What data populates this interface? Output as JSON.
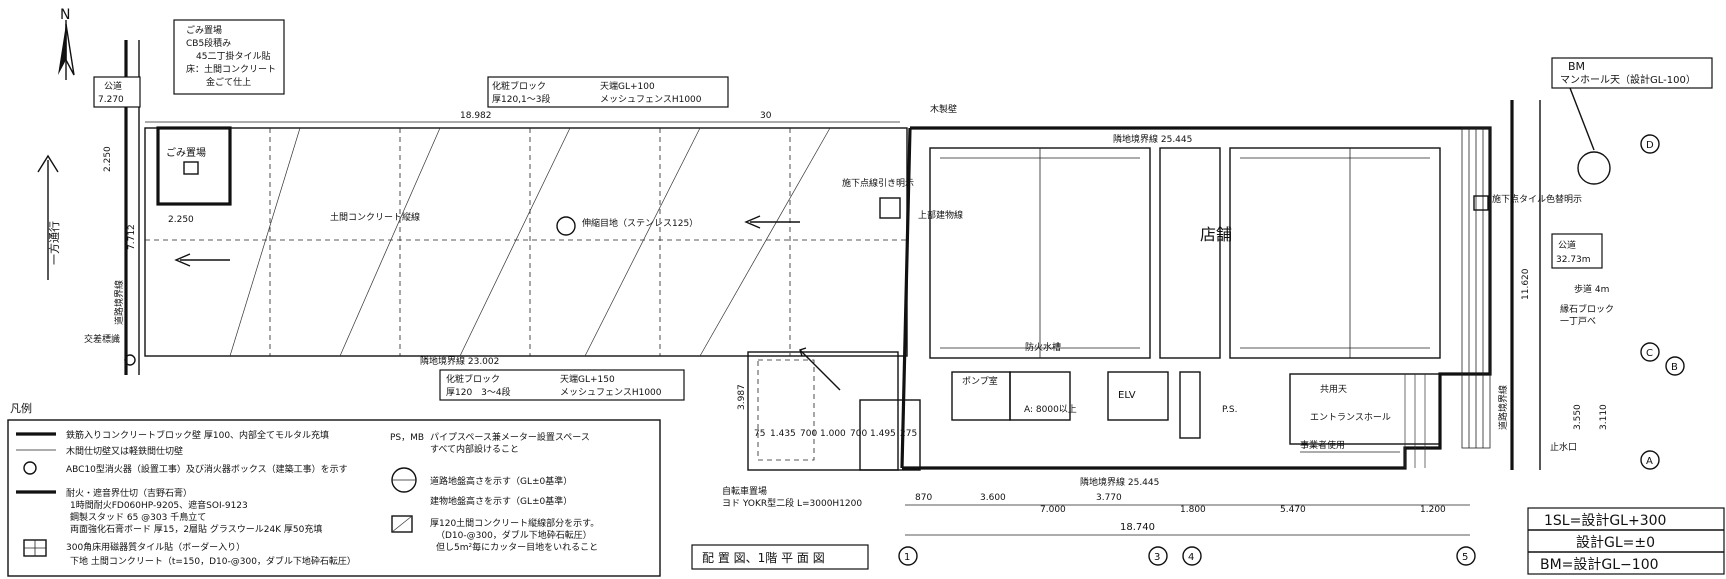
{
  "north_label": "N",
  "gomi_note": [
    "ごみ置場",
    "CB5段積み",
    "45二丁掛タイル貼",
    "床：土間コンクリート",
    "金ごて仕上"
  ],
  "kodo_left": [
    "公道",
    "7.270"
  ],
  "kodo_right": [
    "公道",
    "32.73m"
  ],
  "bm_note": [
    "BM",
    "マンホール天（設計GL-100）"
  ],
  "fence_top": [
    "化粧ブロック",
    "天端GL+100",
    "厚120,1～3段",
    "メッシュフェンスH1000"
  ],
  "fence_bottom": [
    "化粧ブロック",
    "天端GL+150",
    "厚120　3～4段",
    "メッシュフェンスH1000"
  ],
  "one_way": "一方通行",
  "road_left": "道路境界線",
  "road_right": "道路境界線",
  "boundary_top": "隣地境界線 25.445",
  "boundary_bottom": "隣地境界線 25.445",
  "boundary_mid": "隣地境界線 23.002",
  "dim_top_long": "18.982",
  "dim_top_short": "30",
  "dim_gomi": "2.250",
  "dim_left_v1": "2.250",
  "dim_left_v2": "7.712",
  "dim_right_v1": "11.620",
  "dim_right_v2": "3.110",
  "dim_right_v3": "3.550",
  "dim_mid_v": "3.987",
  "labels": {
    "doma": "土間コンクリート縦線",
    "expansion": "伸縮目地（ステンレス125）",
    "gomi_room": "ごみ置場",
    "tenpo": "店舗",
    "upper_outline": "上部建物線",
    "point_block_left": "施下点線引き明示",
    "point_tile_right": "施下点タイル色替明示",
    "sidewalk": "歩道 4m",
    "curb": [
      "縁石ブロック",
      "一丁戸べ"
    ],
    "water": "止水口",
    "koshi": "交差標識",
    "pump": "ポンプ室",
    "elv": "ELV",
    "entrance": "エントランスホール",
    "wall_top": "木製壁",
    "bicycle": "自転車置場",
    "bicycle2": "ヨド YOKR型二段 L=3000H1200",
    "stair": "A: 8000以上",
    "ps": "P.S.",
    "entrance_pump": "共用天",
    "tenant": "事業者使用",
    "hydrant": "防火水槽"
  },
  "dims_bottom": [
    "870",
    "3.600",
    "7.000",
    "3.770",
    "1.800",
    "5.470",
    "1.200"
  ],
  "dim_total": "18.740",
  "bike_dims": [
    "75",
    "1.435",
    "700",
    "1.000",
    "700",
    "1.495",
    "275"
  ],
  "grid_bottom": [
    "1",
    "3",
    "4",
    "5"
  ],
  "grid_right": [
    "D",
    "C",
    "B",
    "A"
  ],
  "drawing_title": "配 置 図、1階 平 面 図",
  "gl_notes": [
    "1SL=設計GL+300",
    "設計GL=±0",
    "BM=設計GL−100"
  ],
  "legend": {
    "title": "凡例",
    "items": [
      "鉄筋入りコンクリートブロック壁 厚100、内部全てモルタル充填",
      "木間仕切壁又は軽鉄間仕切壁",
      "ABC10型消火器（設置工事）及び消火器ボックス（建築工事）を示す",
      "耐火・遮音界仕切（吉野石膏）",
      "1時間耐火FD060HP-9205、遮音SOI-9123",
      "鋼製スタッド 65 @303 千鳥立て",
      "両面強化石膏ボード 厚15，2層貼 グラスウール24K 厚50充填",
      "300角床用磁器質タイル貼（ボーダー入り）",
      "下地 土間コンクリート（t=150，D10-@300，ダブル下地砕石転圧）"
    ],
    "items_right": [
      "パイプスペース兼メーター設置スペース",
      "すべて内部設けること",
      "道路地盤高さを示す（GL±0基準）",
      "建物地盤高さを示す（GL±0基準）",
      "厚120土間コンクリート縦線部分を示す。",
      "（D10-@300，ダブル下地砕石転圧）",
      "但し5m²毎にカッター目地をいれること"
    ],
    "ps_label": "PS，MB"
  },
  "colors": {
    "ink": "#111111",
    "paper": "#ffffff",
    "hatch": "#333333"
  }
}
